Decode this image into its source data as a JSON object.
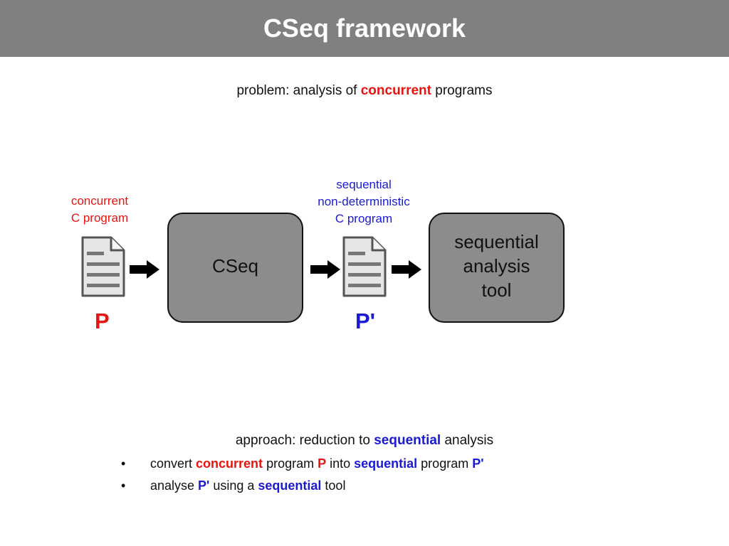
{
  "title": "CSeq framework",
  "problem": {
    "prefix": "problem: analysis of ",
    "highlight": "concurrent",
    "suffix": " programs"
  },
  "input_label": {
    "line1": "concurrent",
    "line2": "C program"
  },
  "output_label": {
    "line1": "sequential",
    "line2": "non-deterministic",
    "line3": "C program"
  },
  "cseq_box": {
    "label": "CSeq"
  },
  "tool_box": {
    "line1": "sequential",
    "line2": "analysis",
    "line3": "tool"
  },
  "p_label": "P",
  "pprime_label": "P'",
  "approach": {
    "prefix": "approach: reduction to ",
    "highlight": "sequential",
    "suffix": " analysis"
  },
  "bullets": [
    {
      "marker": "•",
      "parts": [
        "convert ",
        "concurrent",
        " program ",
        "P",
        " into ",
        "sequential",
        " program ",
        "P'"
      ]
    },
    {
      "marker": "•",
      "parts": [
        "analyse ",
        "P'",
        " using a ",
        "sequential",
        " tool"
      ]
    }
  ],
  "colors": {
    "red": "#e8140f",
    "blue": "#1a1ad6",
    "box_fill": "#8c8c8c",
    "title_bar": "#808080"
  },
  "icons": [
    "document-icon",
    "arrow-right-icon"
  ]
}
